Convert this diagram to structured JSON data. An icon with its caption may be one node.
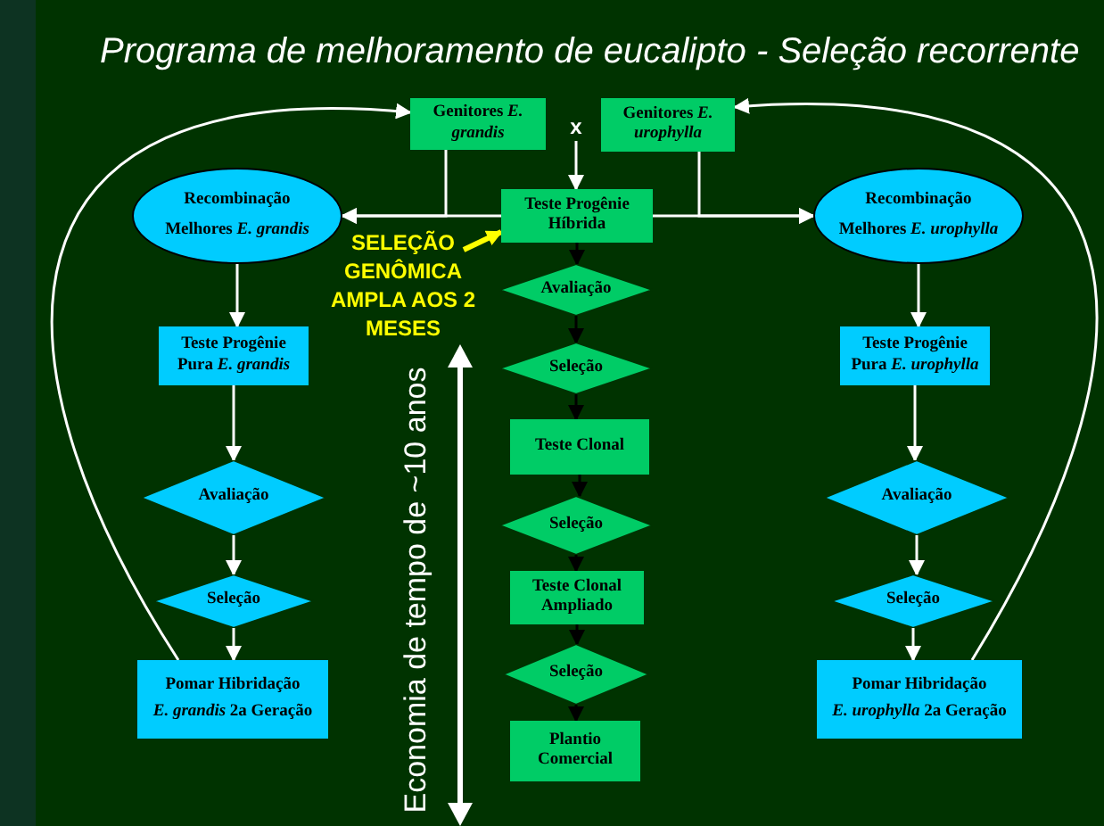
{
  "diagram": {
    "title": "Programa de melhoramento de eucalipto - Seleção recorrente",
    "nodes": [
      {
        "text": [
          "Genitores *E. grandis*"
        ]
      },
      {
        "text": [
          "x"
        ]
      },
      {
        "text": [
          "Genitores *E. urophylla*"
        ]
      },
      {
        "text": [
          "Teste Progênie Híbrida"
        ]
      },
      {
        "text": [
          "Recombinação",
          "Melhores *E. grandis*"
        ]
      },
      {
        "text": [
          "Recombinação",
          "Melhores *E. urophylla*"
        ]
      },
      {
        "text": [
          "SELEÇÃO GENÔMICA AMPLA AOS 2 MESES"
        ]
      },
      {
        "text": [
          "Avaliação"
        ]
      },
      {
        "text": [
          "Seleção"
        ]
      },
      {
        "text": [
          "Teste Clonal"
        ]
      },
      {
        "text": [
          "Seleção"
        ]
      },
      {
        "text": [
          "Teste Clonal Ampliado"
        ]
      },
      {
        "text": [
          "Seleção"
        ]
      },
      {
        "text": [
          "Plantio Comercial"
        ]
      },
      {
        "text": [
          "Teste Progênie Pura *E. grandis*"
        ]
      },
      {
        "text": [
          "Avaliação"
        ]
      },
      {
        "text": [
          "Seleção"
        ]
      },
      {
        "text": [
          "Pomar Hibridação",
          "*E. grandis*  2a Geração"
        ]
      },
      {
        "text": [
          "Teste Progênie Pura *E. urophylla*"
        ]
      },
      {
        "text": [
          "Avaliação"
        ]
      },
      {
        "text": [
          "Seleção"
        ]
      },
      {
        "text": [
          "Pomar Hibridação",
          "*E. urophylla*  2a Geração"
        ]
      }
    ],
    "edges": [
      {
        "from": 1,
        "to": 3,
        "arrow": "to"
      },
      {
        "from": 0,
        "to": 4,
        "arrow": "to"
      },
      {
        "from": 3,
        "to": 4,
        "arrow": "to"
      },
      {
        "from": 2,
        "to": 5,
        "arrow": "to"
      },
      {
        "from": 3,
        "to": 5,
        "arrow": "to"
      },
      {
        "from": 3,
        "to": 7,
        "arrow": "to",
        "color": "#000000"
      },
      {
        "from": 7,
        "to": 8,
        "arrow": "to",
        "color": "#000000"
      },
      {
        "from": 8,
        "to": 9,
        "arrow": "to",
        "color": "#000000"
      },
      {
        "from": 9,
        "to": 10,
        "arrow": "to",
        "color": "#000000"
      },
      {
        "from": 10,
        "to": 11,
        "arrow": "to",
        "color": "#000000"
      },
      {
        "from": 11,
        "to": 12,
        "arrow": "to",
        "color": "#000000"
      },
      {
        "from": 12,
        "to": 13,
        "arrow": "to",
        "color": "#000000"
      },
      {
        "from": 4,
        "to": 14,
        "arrow": "to"
      },
      {
        "from": 14,
        "to": 15,
        "arrow": "to"
      },
      {
        "from": 15,
        "to": 16,
        "arrow": "to"
      },
      {
        "from": 16,
        "to": 17,
        "arrow": "to"
      },
      {
        "from": 5,
        "to": 18,
        "arrow": "to"
      },
      {
        "from": 18,
        "to": 19,
        "arrow": "to"
      },
      {
        "from": 19,
        "to": 20,
        "arrow": "to"
      },
      {
        "from": 20,
        "to": 21,
        "arrow": "to"
      },
      {
        "from": 17,
        "to": 0,
        "arrow": "to"
      },
      {
        "from": 21,
        "to": 2,
        "arrow": "to"
      },
      {
        "from": 6,
        "to": 3,
        "arrow": "to",
        "style": "thick",
        "color": "#ffff00"
      }
    ],
    "labels": [
      "Economia de tempo de ~10 anos"
    ]
  }
}
